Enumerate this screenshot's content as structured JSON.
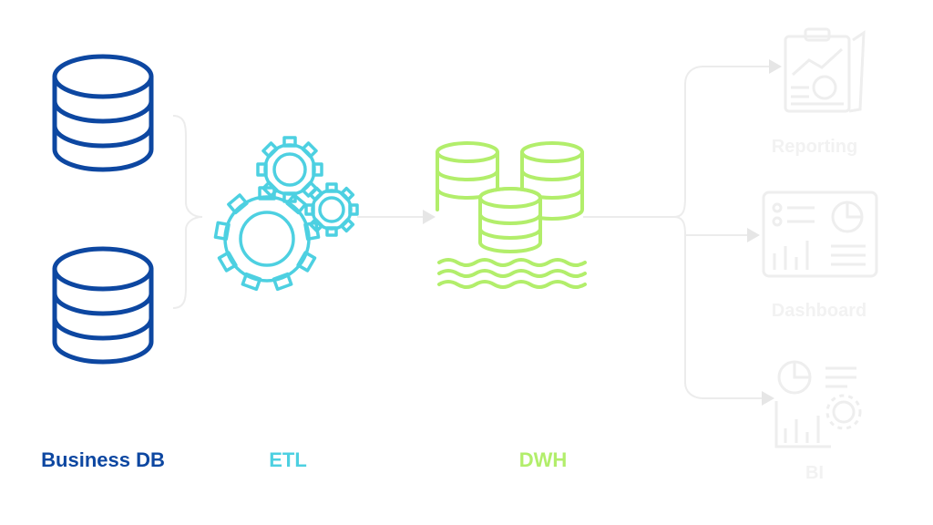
{
  "labels": {
    "business_db": "Business DB",
    "etl": "ETL",
    "dwh": "DWH",
    "reporting": "Reporting",
    "dashboard": "Dashboard",
    "bi": "BI"
  },
  "colors": {
    "business_db": "#0d47a1",
    "etl": "#4dd0e1",
    "dwh": "#b2ee6b",
    "outputs": "#f2f2f2",
    "connector": "#ececec"
  },
  "icons": {
    "database": "database-icon",
    "etl": "gears-icon",
    "warehouse": "data-lake-icon",
    "reporting": "report-clipboard-icon",
    "dashboard": "dashboard-icon",
    "bi": "bi-chart-gear-icon"
  }
}
